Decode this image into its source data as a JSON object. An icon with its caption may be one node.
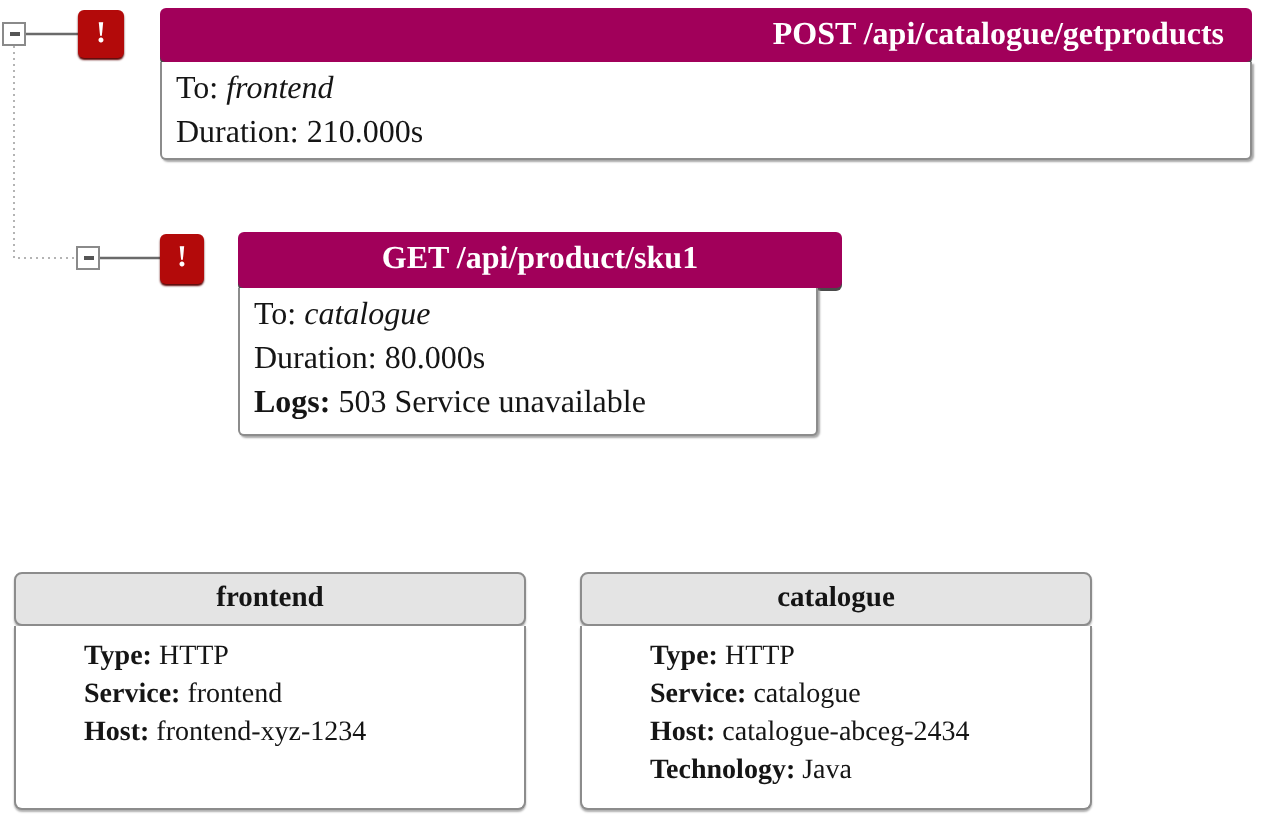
{
  "diagram": {
    "nodes": [
      {
        "text": [],
        "shape": "box"
      },
      {
        "text": [
          "!"
        ]
      },
      {
        "text": [
          "POST /api/catalogue/getproducts"
        ]
      },
      {
        "text": [
          "To: *frontend*",
          "Duration: 210.000s"
        ]
      },
      {
        "text": [],
        "shape": "box"
      },
      {
        "text": [
          "!"
        ]
      },
      {
        "text": [
          "GET /api/product/sku1"
        ]
      },
      {
        "text": [
          "To: *catalogue*",
          "Duration: 80.000s",
          "**Logs:** 503 Service unavailable"
        ]
      },
      {
        "text": [
          "frontend"
        ]
      },
      {
        "text": [
          "**Type:** HTTP",
          "**Service:** frontend",
          "**Host:** frontend-xyz-1234"
        ]
      },
      {
        "text": [
          "catalogue"
        ]
      },
      {
        "text": [
          "**Type:** HTTP",
          "**Service:** catalogue",
          "**Host:** catalogue-abceg-2434",
          "**Technology:** Java"
        ]
      }
    ],
    "edges": [
      {
        "from": 0,
        "to": 1,
        "arrow": "none"
      },
      {
        "from": 0,
        "to": 4,
        "arrow": "none",
        "style": "dashed",
        "color": "#b4b4b4"
      },
      {
        "from": 4,
        "to": 5,
        "arrow": "none"
      }
    ]
  }
}
